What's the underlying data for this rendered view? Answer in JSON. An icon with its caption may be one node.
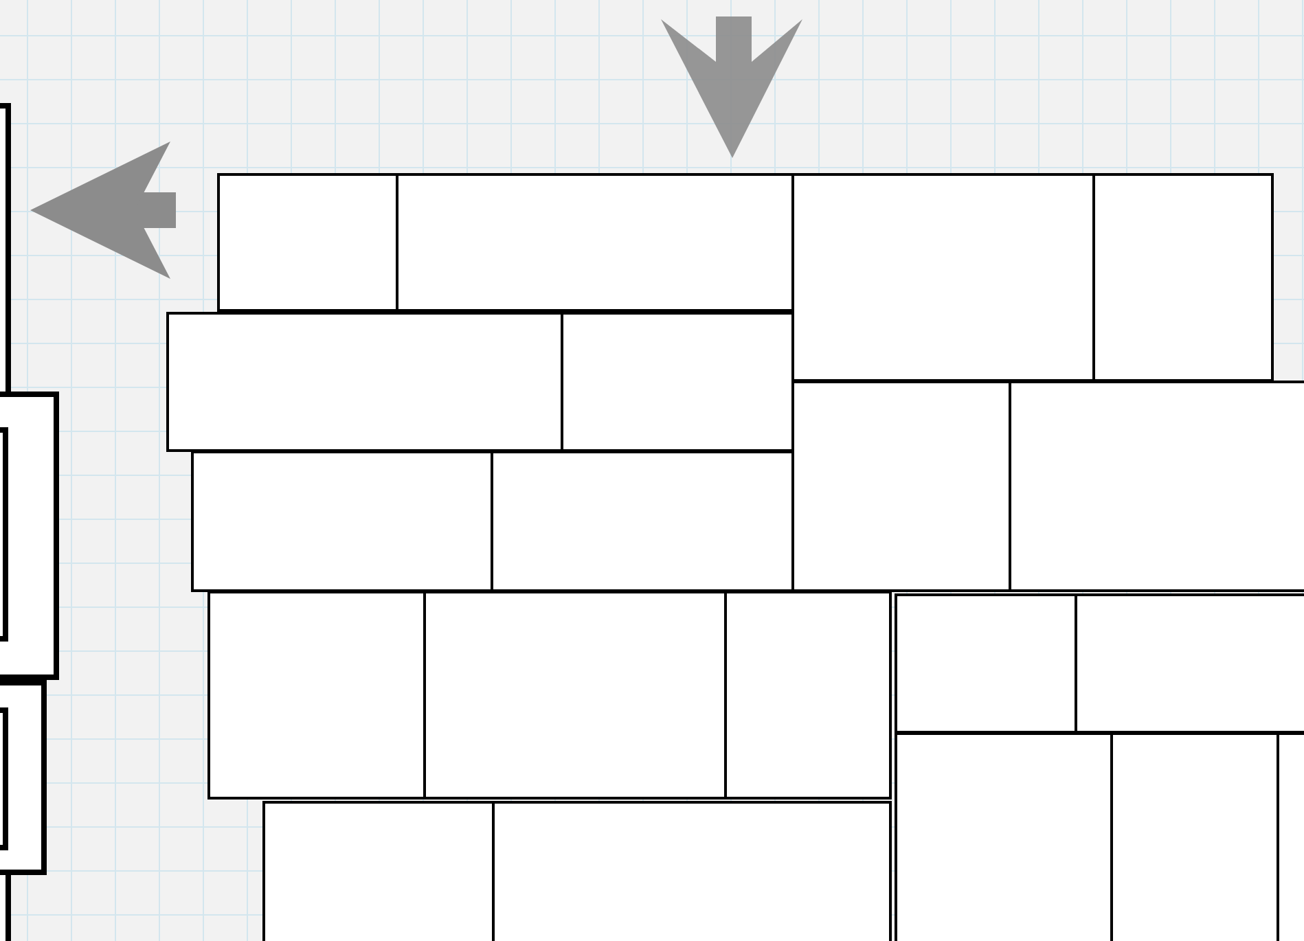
{
  "diagram": {
    "nodes": [
      {
        "text": [],
        "shape": "box"
      },
      {
        "text": [],
        "shape": "box"
      },
      {
        "text": [],
        "shape": "box"
      },
      {
        "text": [],
        "shape": "box"
      },
      {
        "text": [],
        "shape": "box"
      },
      {
        "text": [],
        "shape": "box"
      },
      {
        "text": [],
        "shape": "box"
      },
      {
        "text": [],
        "shape": "box"
      },
      {
        "text": [],
        "shape": "box"
      },
      {
        "text": [],
        "shape": "box"
      },
      {
        "text": [],
        "shape": "box"
      },
      {
        "text": [],
        "shape": "box"
      },
      {
        "text": [],
        "shape": "box"
      },
      {
        "text": [],
        "shape": "box"
      },
      {
        "text": [],
        "shape": "box"
      },
      {
        "text": [],
        "shape": "box"
      },
      {
        "text": [],
        "shape": "box"
      },
      {
        "text": [],
        "shape": "box"
      },
      {
        "text": [],
        "shape": "box"
      },
      {
        "text": [],
        "shape": "box"
      },
      {
        "text": [],
        "shape": "box"
      },
      {
        "text": [],
        "shape": "box"
      },
      {
        "text": [],
        "shape": "box"
      },
      {
        "text": [],
        "shape": "box"
      },
      {
        "text": [],
        "shape": "box"
      }
    ],
    "edges": [
      {
        "from": 5,
        "to": 0,
        "arrow": "to",
        "style": "thick",
        "color": "#8c8c8c"
      }
    ]
  }
}
